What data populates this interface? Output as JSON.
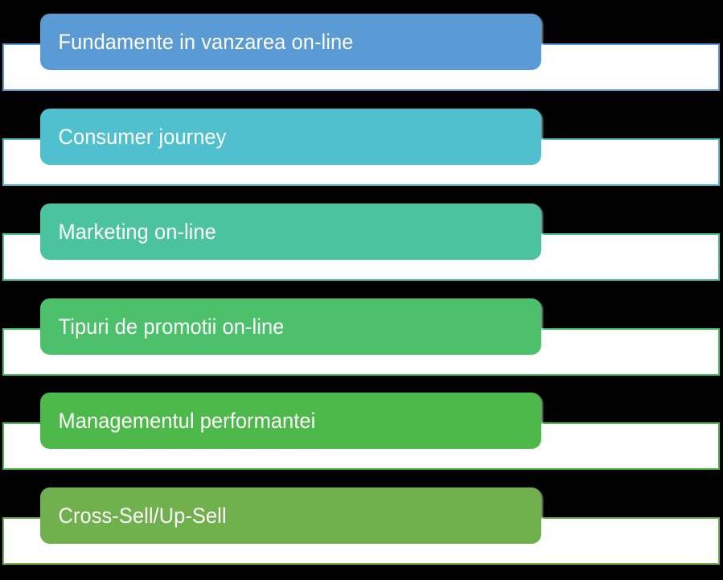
{
  "graphic": {
    "type": "vertical-process-list",
    "background_color": "#000000",
    "band_fill_color": "#FFFFFF",
    "label_text_color": "#FFFFFF",
    "rows": [
      {
        "label": "Fundamente in vanzarea on-line",
        "color": "#5B9BD5",
        "band_border_color": "#5B9BD5"
      },
      {
        "label": "Consumer journey",
        "color": "#50C0CE",
        "band_border_color": "#50C0CE"
      },
      {
        "label": "Marketing on-line",
        "color": "#4BC39C",
        "band_border_color": "#4BC39C"
      },
      {
        "label": "Tipuri de promotii on-line",
        "color": "#4DC06C",
        "band_border_color": "#4DC06C"
      },
      {
        "label": "Managementul performantei",
        "color": "#4DB94A",
        "band_border_color": "#4DB94A"
      },
      {
        "label": "Cross-Sell/Up-Sell",
        "color": "#70B14E",
        "band_border_color": "#70B14E"
      }
    ]
  }
}
